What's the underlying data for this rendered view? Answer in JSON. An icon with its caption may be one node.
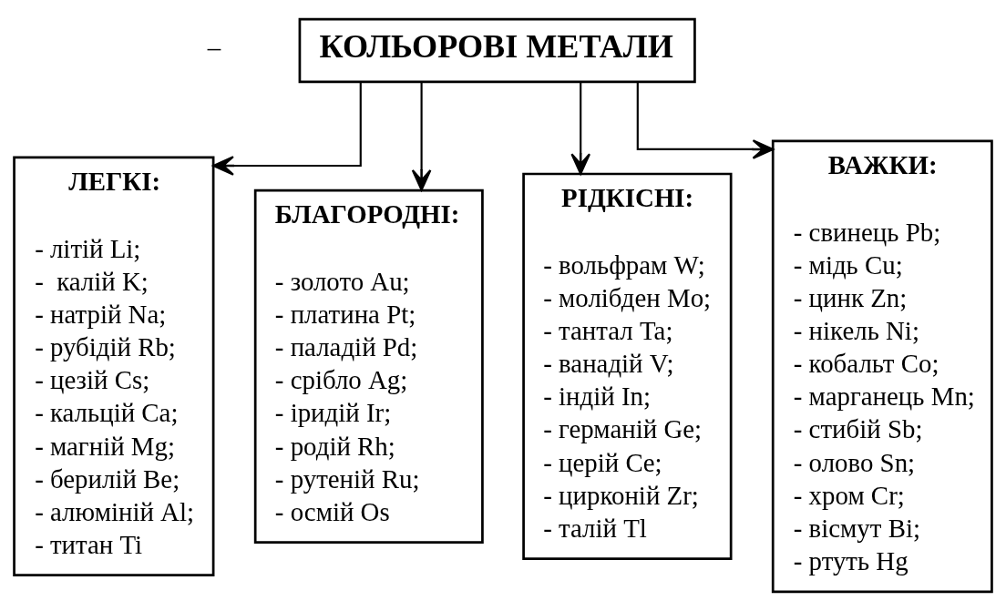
{
  "diagram": {
    "nodes": [
      {
        "text": [
          "КОЛЬОРОВІ МЕТАЛИ"
        ]
      },
      {
        "text": [
          "ЛЕГКІ:",
          "- літій Li;",
          "-  калій K;",
          "- натрій Na;",
          "- рубідій Rb;",
          "- цезій Cs;",
          "- кальцій Ca;",
          "- магній Mg;",
          "- берилій Be;",
          "- алюміній Al;",
          "- титан Ti"
        ]
      },
      {
        "text": [
          "БЛАГОРОДНІ:",
          "- золото Au;",
          "- платина Pt;",
          "- паладій Pd;",
          "- срібло Ag;",
          "- іридій Ir;",
          "- родій Rh;",
          "- рутеній Ru;",
          "- осмій Os"
        ]
      },
      {
        "text": [
          "РІДКІСНІ:",
          "- вольфрам W;",
          "- молібден Mo;",
          "- тантал Ta;",
          "- ванадій V;",
          "- індій In;",
          "- германій Ge;",
          "- церій Ce;",
          "- цирконій Zr;",
          "- талій Tl"
        ]
      },
      {
        "text": [
          "ВАЖКИ:",
          "- свинець Pb;",
          "- мідь Cu;",
          "- цинк Zn;",
          "- нікель Ni;",
          "- кобальт Co;",
          "- марганець Mn;",
          "- стибій Sb;",
          "- олово Sn;",
          "- хром Cr;",
          "- вісмут Bi;",
          "- ртуть Hg"
        ]
      }
    ],
    "edges": [
      {
        "from": 0,
        "to": 1,
        "arrow": "to"
      },
      {
        "from": 0,
        "to": 2,
        "arrow": "to"
      },
      {
        "from": 0,
        "to": 3,
        "arrow": "to"
      },
      {
        "from": 0,
        "to": 4,
        "arrow": "to"
      }
    ],
    "labels": [
      "–"
    ]
  }
}
